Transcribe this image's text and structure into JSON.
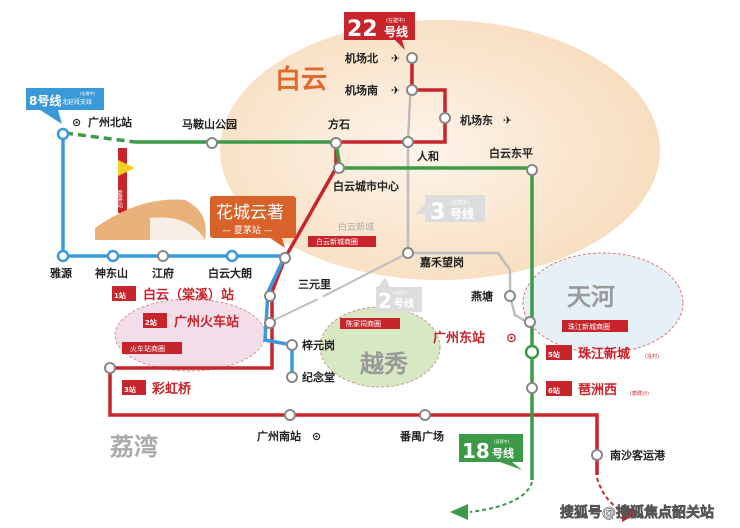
{
  "districts": {
    "baiyun": "白云",
    "tianhe": "天河",
    "yuexiu": "越秀",
    "liwan": "荔湾"
  },
  "lines": {
    "l22": {
      "num": "22",
      "suffix": "号线",
      "status": "(在建中)",
      "color": "#c8242b"
    },
    "l8": {
      "num": "8号线",
      "suffix": "北延段支线",
      "status": "(在建中)",
      "color": "#3a9ad9"
    },
    "l3": {
      "num": "3",
      "suffix": "号线",
      "status": "(运营中)",
      "color": "#bbbbbb"
    },
    "l2": {
      "num": "2",
      "suffix": "号线",
      "status": "(运营中)",
      "color": "#bbbbbb"
    },
    "l18": {
      "num": "18",
      "suffix": "号线",
      "status": "(运营中)",
      "color": "#3c9a48"
    }
  },
  "stations": {
    "jcb": "机场北",
    "jcn": "机场南",
    "jcd": "机场东",
    "renhe": "人和",
    "fangshi": "方石",
    "bydp": "白云东平",
    "bycszx": "白云城市中心",
    "masan": "马鞍山公园",
    "gzbz": "广州北站",
    "yayuan": "雅源",
    "shendong": "神东山",
    "jiangfu": "江府",
    "bydl": "白云大朗",
    "sanyuanli": "三元里",
    "jhwg": "嘉禾望岗",
    "yantang": "燕塘",
    "ziyuangang": "梓元岗",
    "jiniantang": "纪念堂",
    "gzdz": "广州东站",
    "gznz": "广州南站",
    "pygc": "番禺广场",
    "nskyg": "南沙客运港"
  },
  "featured": [
    {
      "num": "1站",
      "name": "白云（棠溪）站",
      "note": ""
    },
    {
      "num": "2站",
      "name": "广州火车站",
      "note": ""
    },
    {
      "num": "3站",
      "name": "彩虹桥",
      "note": ""
    },
    {
      "num": "5站",
      "name": "珠江新城",
      "note": "(冼村)"
    },
    {
      "num": "6站",
      "name": "琶洲西",
      "note": "(磨碟沙)"
    }
  ],
  "areas": {
    "bync": "白云新城",
    "bync_tag": "白云新城商圈",
    "hcz_tag": "火车站商圈",
    "cjc_tag": "陈家祠商圈",
    "zjxc_tag": "珠江新城商圈"
  },
  "project": {
    "name": "花城云著",
    "station": "— 夏茅站 —",
    "vertical": "夏茅站"
  },
  "watermark": "搜狐号@搜狐焦点韶关站"
}
